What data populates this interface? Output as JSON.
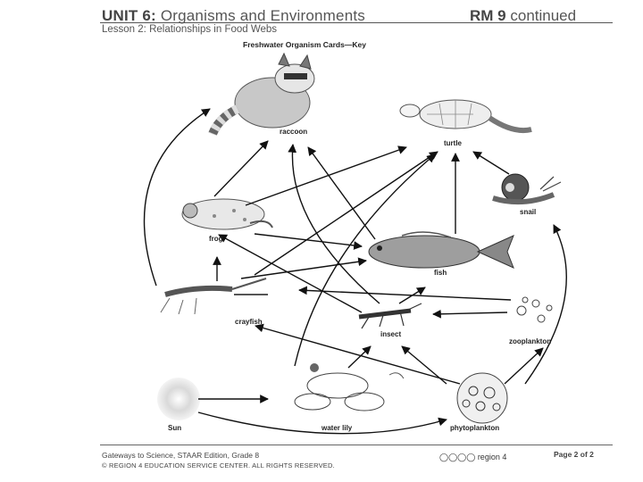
{
  "header": {
    "unit_label": "UNIT 6:",
    "unit_topic": "Organisms and Environments",
    "rm_label": "RM 9",
    "rm_suffix": "continued",
    "lesson": "Lesson 2: Relationships in Food Webs"
  },
  "card_title": "Freshwater Organism Cards—Key",
  "organisms": {
    "raccoon": "raccoon",
    "turtle": "turtle",
    "snail": "snail",
    "frog": "frog",
    "fish": "fish",
    "crayfish": "crayfish",
    "insect": "insect",
    "zooplankton": "zooplankton",
    "sun": "Sun",
    "water_lily": "water lily",
    "phytoplankton": "phytoplankton"
  },
  "footer": {
    "source": "Gateways to Science, STAAR Edition, Grade 8",
    "copyright": "© REGION 4 EDUCATION SERVICE CENTER. ALL RIGHTS RESERVED.",
    "logo_text": "region 4",
    "page": "Page 2 of 2"
  }
}
